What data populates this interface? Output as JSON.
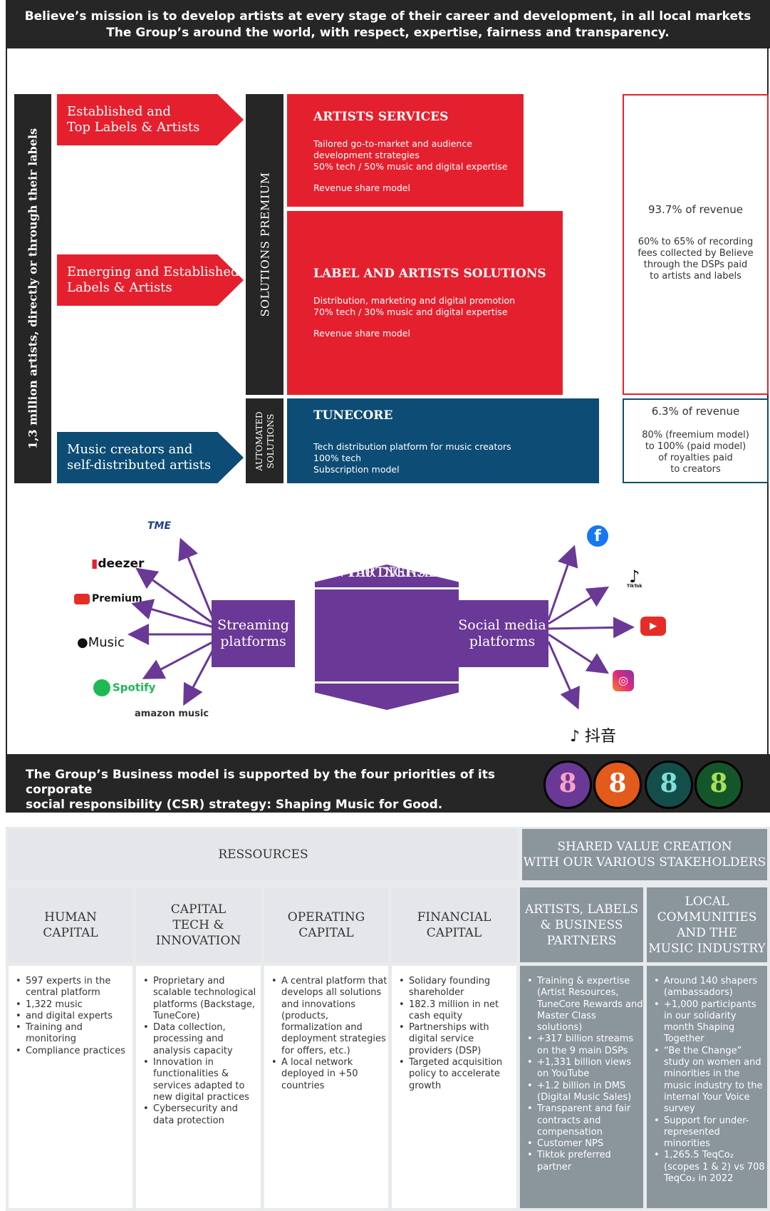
{
  "banner": {
    "line1": "Believe’s mission is to develop artists at every stage of their career and development, in all local markets",
    "line2": "The Group’s around the world, with respect, expertise, fairness and transparency."
  },
  "side_label": "1,3 million artists, directly or through their labels",
  "premium_label": "SOLUTIONS PREMIUM",
  "automated_label": {
    "line1": "AUTOMATED",
    "line2": "SOLUTIONS"
  },
  "arrows": [
    {
      "line1": "Established and",
      "line2": "Top Labels & Artists"
    },
    {
      "line1": "Emerging and Established",
      "line2": "Labels & Artists"
    },
    {
      "line1": "Music creators and",
      "line2": "self-distributed artists"
    }
  ],
  "services": {
    "artists": {
      "title": "ARTISTS SERVICES",
      "line1": "Tailored go-to-market and audience",
      "line2": "development strategies",
      "line3": "50% tech / 50% music and digital expertise",
      "model": "Revenue share model"
    },
    "label": {
      "title": "LABEL AND ARTISTS SOLUTIONS",
      "line1": "Distribution, marketing and digital promotion",
      "line2": "70% tech / 30% music and digital expertise",
      "model": "Revenue share model"
    },
    "tunecore": {
      "title": "TUNECORE",
      "line1": "Tech distribution platform for music creators",
      "line2": "100% tech",
      "model": "Subscription model"
    }
  },
  "revenue": {
    "premium": {
      "share": "93.7% of revenue",
      "line1": "60% to 65% of recording",
      "line2": "fees collected by Believe",
      "line3": "through the DSPs paid",
      "line4": "to artists and labels"
    },
    "automated": {
      "share": "6.3% of revenue",
      "line1": "80% (freemium model)",
      "line2": "to 100% (paid model)",
      "line3": "of royalties paid",
      "line4": "to creators"
    }
  },
  "partners": {
    "streaming": {
      "line1": "Streaming",
      "line2": "platforms"
    },
    "center": {
      "line1": "+100 DIGITAL",
      "line2": "PARTNERS"
    },
    "social": {
      "line1": "Social media",
      "line2": "platforms"
    },
    "streaming_logos": {
      "tme": "TME",
      "deezer": "deezer",
      "youtube_premium": "Premium",
      "apple_music": "Music",
      "spotify": "Spotify",
      "amazon": "amazon music"
    },
    "social_logos": {
      "facebook": "f",
      "tiktok_label": "TikTok",
      "douyin": "抖音"
    }
  },
  "csr": {
    "line1": "The Group’s Business model is supported by the four priorities of its corporate",
    "line2": "social responsibility (CSR) strategy: Shaping Music for Good."
  },
  "table": {
    "resources_header": "RESSOURCES",
    "shared_header": {
      "line1": "SHARED VALUE CREATION",
      "line2": "WITH OUR VARIOUS STAKEHOLDERS"
    },
    "columns": [
      {
        "header": [
          "HUMAN",
          "CAPITAL"
        ],
        "items": [
          "597 experts in the central platform",
          "1,322 music",
          "and digital experts",
          "Training and monitoring",
          "Compliance practices"
        ]
      },
      {
        "header": [
          "CAPITAL",
          "TECH &",
          "INNOVATION"
        ],
        "items": [
          "Proprietary and scalable technological platforms (Backstage, TuneCore)",
          "Data collection, processing and analysis capacity",
          "Innovation in functionalities & services adapted to new digital practices",
          "Cybersecurity and data protection"
        ]
      },
      {
        "header": [
          "OPERATING",
          "CAPITAL"
        ],
        "items": [
          "A central platform that develops all solutions and innovations (products, formalization and deployment strategies for offers, etc.)",
          "A local network deployed in +50 countries"
        ]
      },
      {
        "header": [
          "FINANCIAL",
          "CAPITAL"
        ],
        "items": [
          "Solidary founding shareholder",
          "182.3 million in net cash equity",
          "Partnerships with digital service providers (DSP)",
          "Targeted acquisition policy to accelerate growth"
        ]
      },
      {
        "header": [
          "ARTISTS, LABELS",
          "& BUSINESS",
          "PARTNERS"
        ],
        "items": [
          "Training & expertise (Artist Resources, TuneCore Rewards and Master Class solutions)",
          "+317 billion streams on the 9 main DSPs",
          "+1,331 billion views on YouTube",
          "+1.2 billion in DMS (Digital Music Sales)",
          "Transparent and fair contracts and compensation",
          "Customer NPS",
          "Tiktok preferred partner"
        ]
      },
      {
        "header": [
          "LOCAL",
          "COMMUNITIES",
          "AND THE",
          "MUSIC INDUSTRY"
        ],
        "items": [
          "Around 140 shapers (ambassadors)",
          "+1,000 participants in our solidarity month Shaping Together",
          "“Be the Change” study on women and minorities in the music industry to the internal Your Voice survey",
          "Support for under-represented minorities",
          "1,265.5 TeqCo₂ (scopes 1 & 2) vs 708 TeqCo₂ in 2022"
        ]
      }
    ]
  },
  "colors": {
    "red": "#e5202e",
    "navy": "#0d4c74",
    "purple": "#6a3896",
    "dark": "#262626",
    "grey": "#8a959c"
  }
}
